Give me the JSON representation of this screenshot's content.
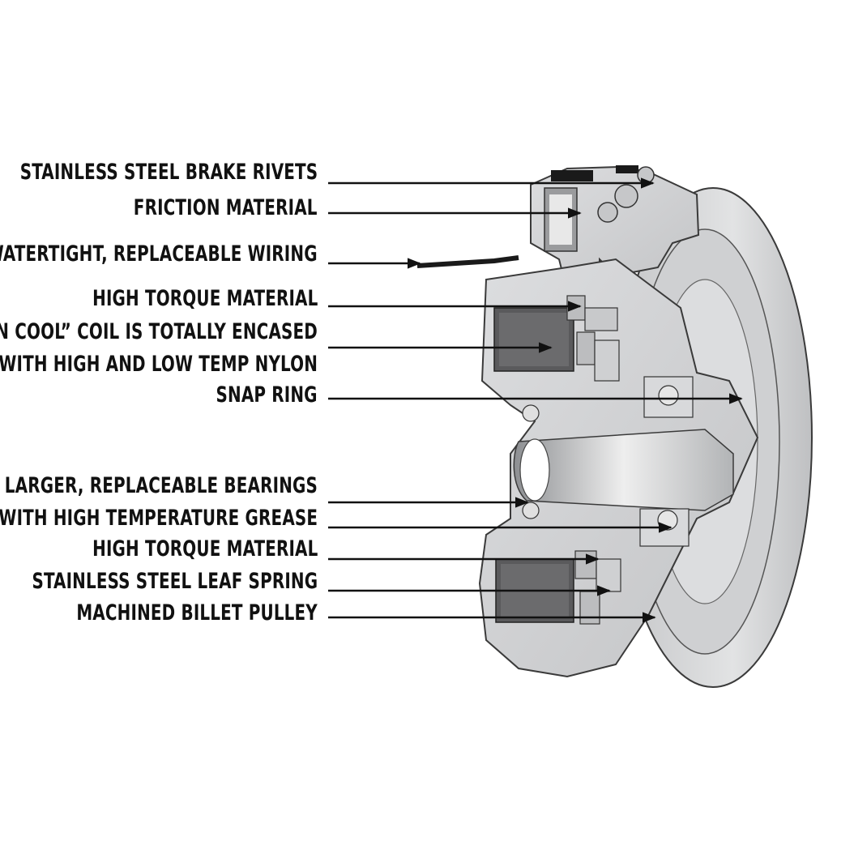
{
  "labels": [
    "STAINLESS STEEL BRAKE RIVETS",
    "FRICTION MATERIAL",
    "WATERTIGHT, REPLACEABLE WIRING",
    "HIGH TORQUE MATERIAL",
    "“RUN COOL” COIL IS TOTALLY ENCASED",
    "WITH HIGH AND LOW TEMP NYLON",
    "SNAP RING",
    "LARGER, REPLACEABLE BEARINGS",
    "WITH HIGH TEMPERATURE GREASE",
    "HIGH TORQUE MATERIAL",
    "STAINLESS STEEL LEAF SPRING",
    "MACHINED BILLET PULLEY"
  ],
  "colors": {
    "text": "#111111",
    "leader": "#111111",
    "housing": "#d4d5d6",
    "shadow": "#a9abad",
    "coil": "#5a5a5c",
    "outline": "#3a3a3a"
  }
}
